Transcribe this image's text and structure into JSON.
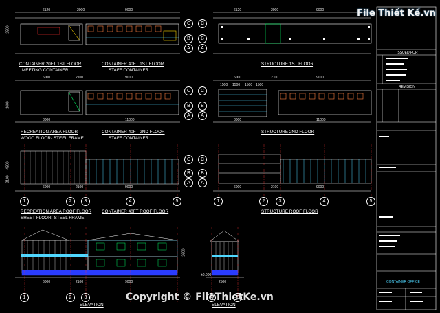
{
  "watermark": {
    "logo_text": "File Thiết Kế.vn",
    "copyright": "Copyright © FileThietKe.vn"
  },
  "titleblock": {
    "issued_for": "ISSUED FOR",
    "revision": "REVISION",
    "drawing_title": "CONTAINER OFFICE"
  },
  "views": {
    "v1": {
      "title": "CONTAINER 20FT 1ST FLOOR",
      "subtitle": "MEETING CONTAINER"
    },
    "v2": {
      "title": "CONTAINER 40FT 1ST FLOOR",
      "subtitle": "STAFF CONTAINER"
    },
    "v3": {
      "title": "STRUCTURE 1ST FLOOR"
    },
    "v4": {
      "title": "RECREATION AREA FLOOR",
      "subtitle": "WOOD FLOOR- STEEL FRAME"
    },
    "v5": {
      "title": "CONTAINER 40FT 2ND FLOOR",
      "subtitle": "STAFF CONTAINER"
    },
    "v6": {
      "title": "STRUCTURE 2ND FLOOR"
    },
    "v7": {
      "title": "RECREATION AREA   ROOF FLOOR",
      "subtitle": "SHEET FLOOR- STEEL FRAME"
    },
    "v8": {
      "title": "CONTAINER 40FT ROOF FLOOR"
    },
    "v9": {
      "title": "STRUCTURE ROOF FLOOR"
    },
    "v10": {
      "title": "ELEVATION"
    },
    "v11": {
      "title": "ELEVATION"
    }
  },
  "axes": {
    "a1": "1",
    "a2": "2",
    "a3": "3",
    "a4": "4",
    "a5": "5",
    "rowA": "A",
    "rowB": "B",
    "rowC": "C"
  },
  "dims": {
    "d6120": "6120",
    "d2000": "2000",
    "d6000": "6000",
    "d2100": "2100",
    "d9000": "9000",
    "d8000": "8000",
    "d11000": "11000",
    "d1500": "1500",
    "d2500": "2500",
    "d2600": "2600",
    "d4800": "4800",
    "d2100b": "2100",
    "d0": "±0.000"
  },
  "colors": {
    "bg": "#000000",
    "line": "#ffffff",
    "red": "#ff3030",
    "cyan": "#4fd7ff",
    "blue": "#2a3cff",
    "yellow": "#ffd700",
    "green": "#00ff66",
    "magenta": "#ff40ff"
  }
}
